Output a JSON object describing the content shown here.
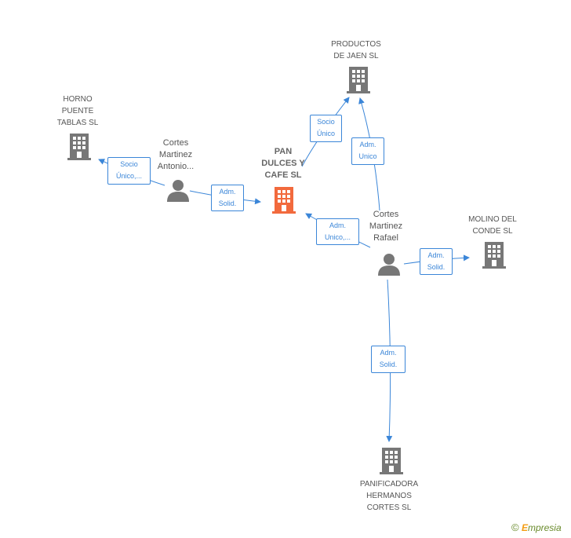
{
  "colors": {
    "edge": "#3b86d8",
    "building": "#777777",
    "main_building": "#f26a3d",
    "person": "#777777"
  },
  "nodes": {
    "productos": {
      "label_lines": [
        "PRODUCTOS",
        "DE JAEN  SL"
      ],
      "icon": "building-icon"
    },
    "horno": {
      "label_lines": [
        "HORNO",
        "PUENTE",
        "TABLAS SL"
      ],
      "icon": "building-icon"
    },
    "pan": {
      "label_lines": [
        "PAN",
        "DULCES Y",
        "CAFE SL"
      ],
      "icon": "building-icon"
    },
    "antonio": {
      "label_lines": [
        "Cortes",
        "Martinez",
        "Antonio..."
      ],
      "icon": "person-icon"
    },
    "rafael": {
      "label_lines": [
        "Cortes",
        "Martinez",
        "Rafael"
      ],
      "icon": "person-icon"
    },
    "molino": {
      "label_lines": [
        "MOLINO DEL",
        "CONDE SL"
      ],
      "icon": "building-icon"
    },
    "panificadora": {
      "label_lines": [
        "PANIFICADORA",
        "HERMANOS",
        "CORTES SL"
      ],
      "icon": "building-icon"
    }
  },
  "edges": {
    "antonio_horno": [
      "Socio",
      "Único,..."
    ],
    "antonio_pan": [
      "Adm.",
      "Solid."
    ],
    "rafael_productos_socio": [
      "Socio",
      "Único"
    ],
    "rafael_productos_adm": [
      "Adm.",
      "Unico"
    ],
    "rafael_pan": [
      "Adm.",
      "Unico,..."
    ],
    "rafael_molino": [
      "Adm.",
      "Solid."
    ],
    "rafael_panificadora": [
      "Adm.",
      "Solid."
    ]
  },
  "brand": {
    "copyright": "©",
    "initial": "E",
    "rest": "mpresia"
  }
}
